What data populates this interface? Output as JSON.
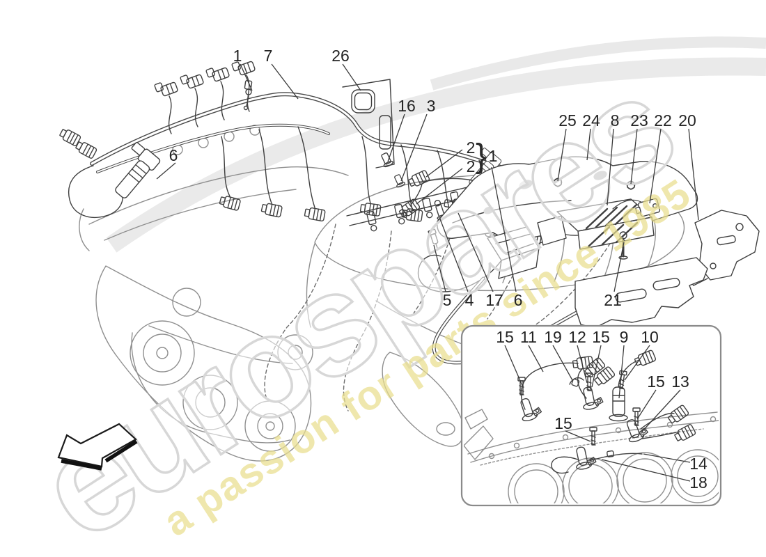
{
  "watermark": {
    "brand": "eurospares",
    "tagline": "a passion for parts since 1985",
    "brand_outline_color": "#d7d7d7",
    "tagline_color": "#e9df8e"
  },
  "diagram": {
    "background_color": "#ffffff",
    "line_color": "#3f3f3f",
    "bracket_glyph": "}",
    "icons": {
      "direction_arrow": "block-arrow-pointing-lower-left"
    }
  },
  "callouts": {
    "main": [
      "1",
      "7",
      "26",
      "6",
      "16",
      "3",
      "2",
      "1",
      "2",
      "25",
      "24",
      "8",
      "23",
      "22",
      "20",
      "5",
      "4",
      "17",
      "6",
      "21"
    ],
    "inset": [
      "15",
      "11",
      "19",
      "12",
      "15",
      "9",
      "10",
      "15",
      "13",
      "15",
      "14",
      "18"
    ]
  }
}
